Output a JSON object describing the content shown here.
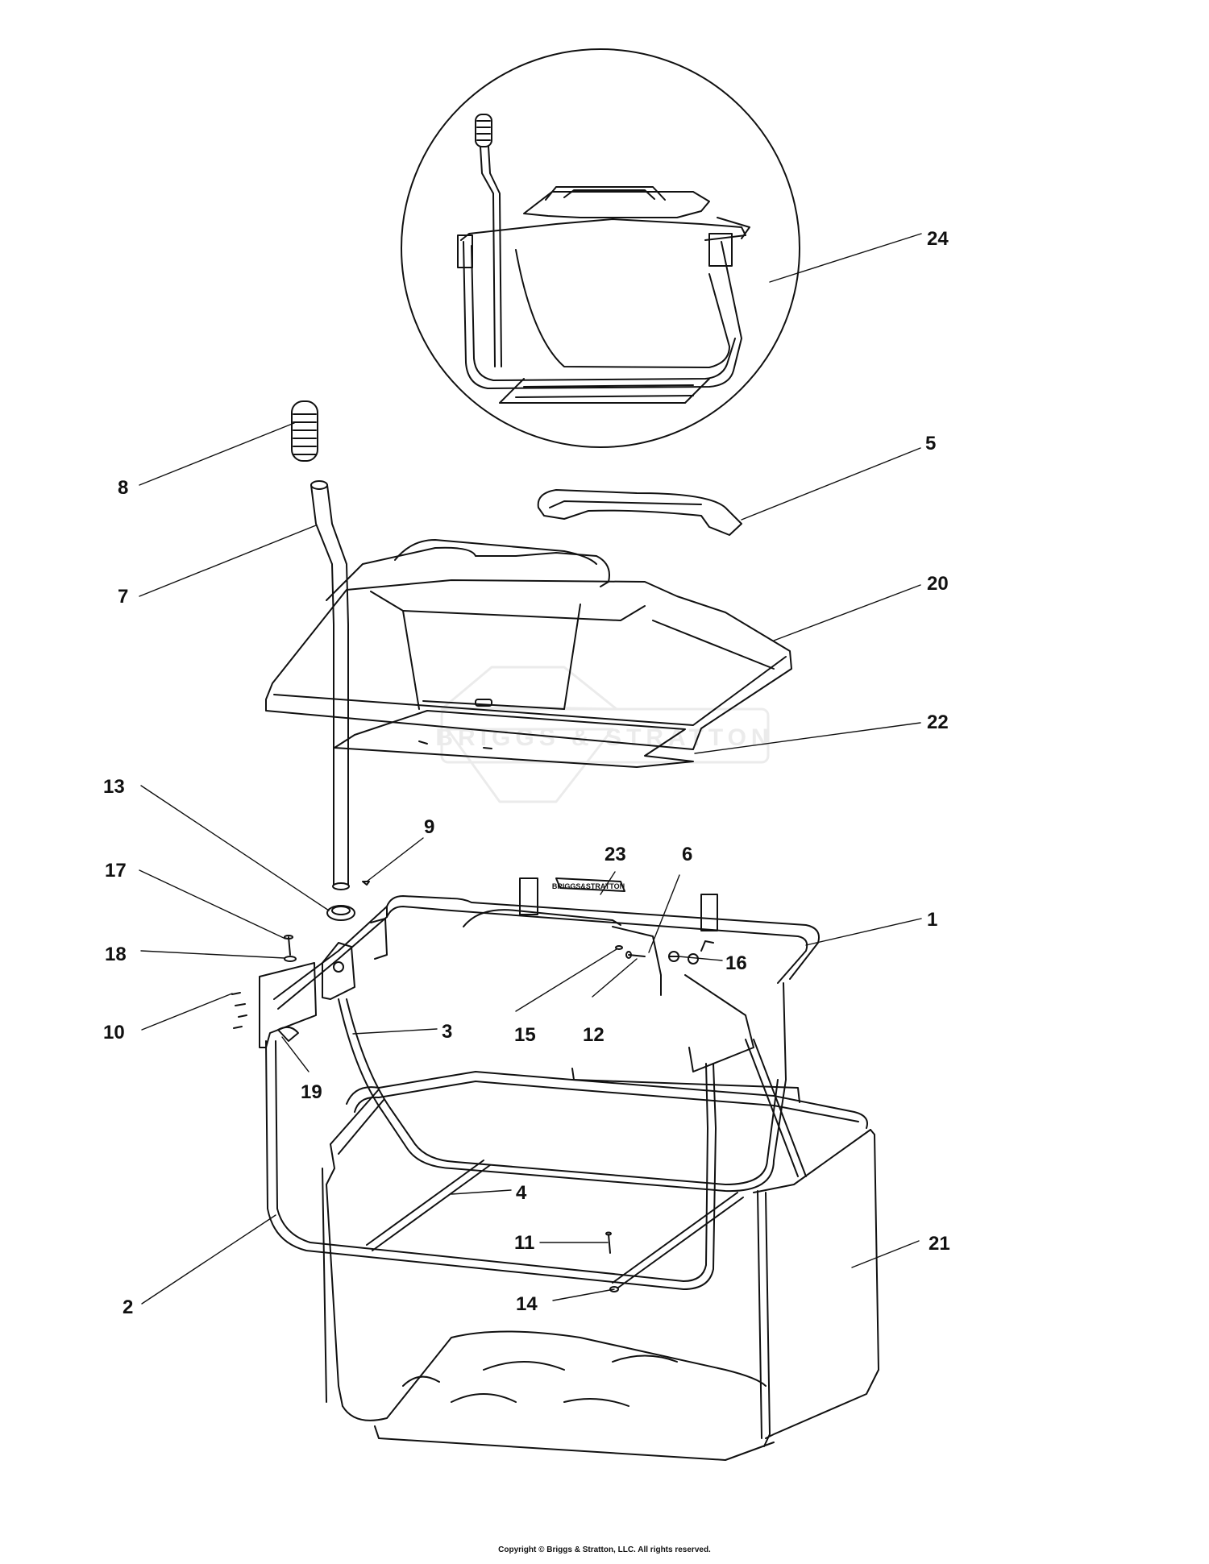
{
  "figure": {
    "copyright": "Copyright © Briggs & Stratton, LLC. All rights reserved.",
    "watermark": "BRIGGS & STRATTON",
    "decal_text": "BRIGGS&STRATTON"
  },
  "callouts": [
    {
      "id": "c1",
      "label": "1"
    },
    {
      "id": "c2",
      "label": "2"
    },
    {
      "id": "c3",
      "label": "3"
    },
    {
      "id": "c4",
      "label": "4"
    },
    {
      "id": "c5",
      "label": "5"
    },
    {
      "id": "c6",
      "label": "6"
    },
    {
      "id": "c7",
      "label": "7"
    },
    {
      "id": "c8",
      "label": "8"
    },
    {
      "id": "c9",
      "label": "9"
    },
    {
      "id": "c10",
      "label": "10"
    },
    {
      "id": "c11",
      "label": "11"
    },
    {
      "id": "c12",
      "label": "12"
    },
    {
      "id": "c13",
      "label": "13"
    },
    {
      "id": "c14",
      "label": "14"
    },
    {
      "id": "c15",
      "label": "15"
    },
    {
      "id": "c16",
      "label": "16"
    },
    {
      "id": "c17",
      "label": "17"
    },
    {
      "id": "c18",
      "label": "18"
    },
    {
      "id": "c19",
      "label": "19"
    },
    {
      "id": "c20",
      "label": "20"
    },
    {
      "id": "c21",
      "label": "21"
    },
    {
      "id": "c22",
      "label": "22"
    },
    {
      "id": "c23",
      "label": "23"
    },
    {
      "id": "c24",
      "label": "24"
    }
  ]
}
